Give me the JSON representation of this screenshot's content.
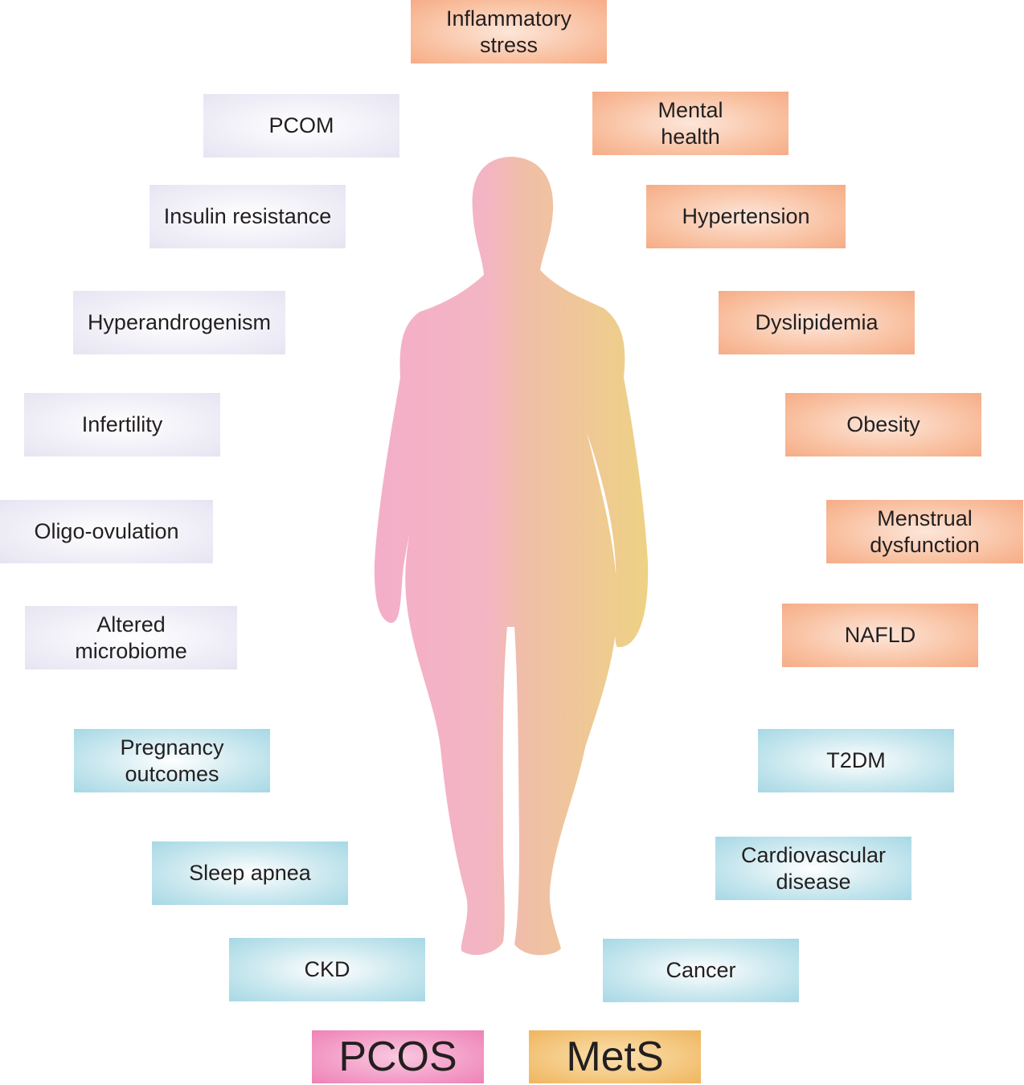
{
  "left_items": [
    {
      "label": "PCOM",
      "group": "lav"
    },
    {
      "label": "Insulin resistance",
      "group": "lav"
    },
    {
      "label": "Hyperandrogenism",
      "group": "lav"
    },
    {
      "label": "Infertility",
      "group": "lav"
    },
    {
      "label": "Oligo-ovulation",
      "group": "lav"
    },
    {
      "label": "Altered\nmicrobiome",
      "group": "lav"
    },
    {
      "label": "Pregnancy\noutcomes",
      "group": "blu"
    },
    {
      "label": "Sleep apnea",
      "group": "blu"
    },
    {
      "label": "CKD",
      "group": "blu"
    }
  ],
  "right_items": [
    {
      "label": "Inflammatory\nstress",
      "group": "org"
    },
    {
      "label": "Mental\nhealth",
      "group": "org"
    },
    {
      "label": "Hypertension",
      "group": "org"
    },
    {
      "label": "Dyslipidemia",
      "group": "org"
    },
    {
      "label": "Obesity",
      "group": "org"
    },
    {
      "label": "Menstrual\ndysfunction",
      "group": "org"
    },
    {
      "label": "NAFLD",
      "group": "org"
    },
    {
      "label": "T2DM",
      "group": "blu"
    },
    {
      "label": "Cardiovascular\ndisease",
      "group": "blu"
    },
    {
      "label": "Cancer",
      "group": "blu"
    }
  ],
  "legend": {
    "pcos": "PCOS",
    "mets": "MetS"
  },
  "colors": {
    "pcos_pink": "#f4afc9",
    "mets_gold": "#efcb85",
    "lavender": "#e7e5f2",
    "orange": "#f7b08e",
    "blue": "#a8d9e5"
  }
}
